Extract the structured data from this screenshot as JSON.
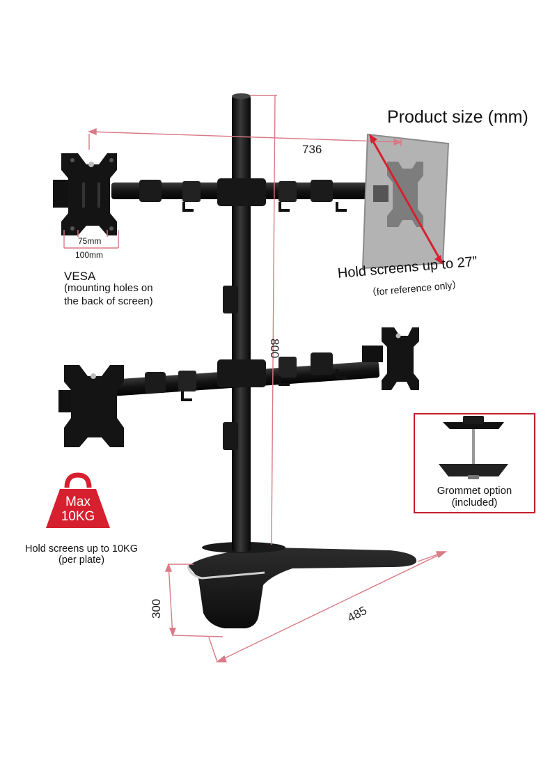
{
  "title": "Product size (mm)",
  "dimensions": {
    "width": "736",
    "height": "800",
    "base_depth": "300",
    "base_width": "485"
  },
  "vesa": {
    "inner": "75mm",
    "outer": "100mm",
    "label": "VESA",
    "note_line1": "(mounting holes on",
    "note_line2": "the back of screen)"
  },
  "screen_size": {
    "label": "Hold screens up to 27”",
    "note": "（for reference only）"
  },
  "grommet": {
    "line1": "Grommet option",
    "line2": "(included)"
  },
  "weight": {
    "badge_line1": "Max",
    "badge_line2": "10KG",
    "caption_line1": "Hold screens up to 10KG",
    "caption_line2": "(per plate)"
  },
  "colors": {
    "accent": "#d6202f",
    "dimension_line": "#d97a86",
    "metal": "#151515"
  }
}
